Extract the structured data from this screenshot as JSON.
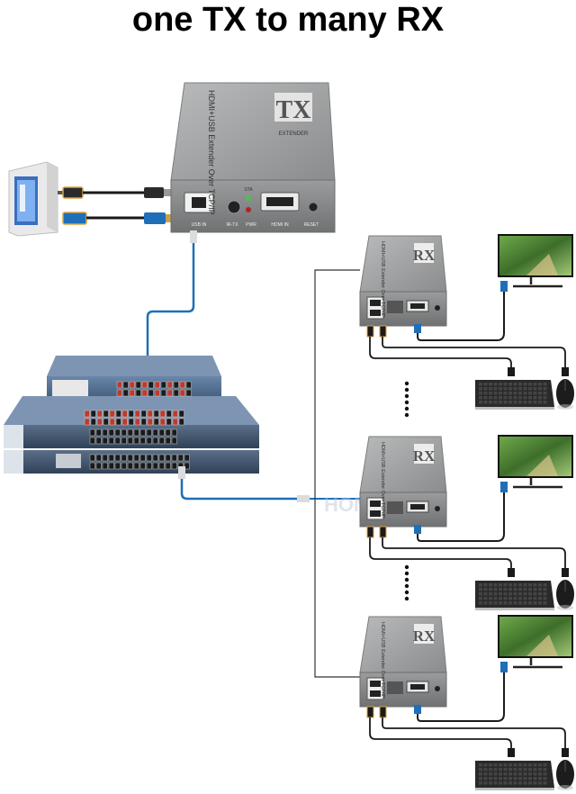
{
  "title": "one TX to many RX",
  "transmitter": {
    "badge": "TX",
    "brand": "EXTENDER",
    "model": "HDMI+USB Extender Over TCP/IP",
    "ports": [
      "USB IN",
      "IR-TX",
      "PWR",
      "HDMI IN",
      "RESET"
    ],
    "sta_label": "STA"
  },
  "receivers": [
    {
      "badge": "RX",
      "model": "HDMI+USB Extender Over TCP/IP"
    },
    {
      "badge": "RX",
      "model": "HDMI+USB Extender Over TCP/IP"
    },
    {
      "badge": "RX",
      "model": "HDMI+USB Extender Over TCP/IP"
    }
  ],
  "watermark": "HONGSHE",
  "colors": {
    "device_body": "#8f9192",
    "device_top": "#a5a7a8",
    "cable_blue": "#1e6fb8",
    "cable_black": "#1a1a1a",
    "switch_blue": "#4a6a8e",
    "rj45_red": "#c0392b"
  }
}
